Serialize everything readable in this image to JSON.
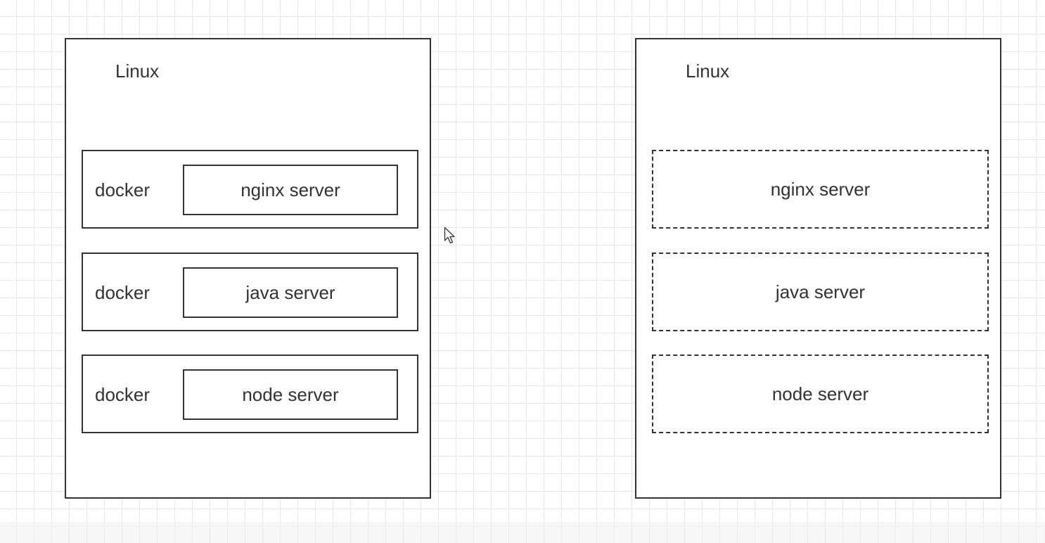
{
  "diagram": {
    "left_host": {
      "title": "Linux",
      "rows": [
        {
          "container_label": "docker",
          "service_label": "nginx server"
        },
        {
          "container_label": "docker",
          "service_label": "java server"
        },
        {
          "container_label": "docker",
          "service_label": "node server"
        }
      ]
    },
    "right_host": {
      "title": "Linux",
      "rows": [
        {
          "service_label": "nginx server"
        },
        {
          "service_label": "java server"
        },
        {
          "service_label": "node server"
        }
      ]
    }
  },
  "colors": {
    "stroke": "#333333",
    "grid": "#e8e8e8",
    "background": "#ffffff"
  },
  "icons": {
    "pointer": "mouse-cursor-icon"
  }
}
